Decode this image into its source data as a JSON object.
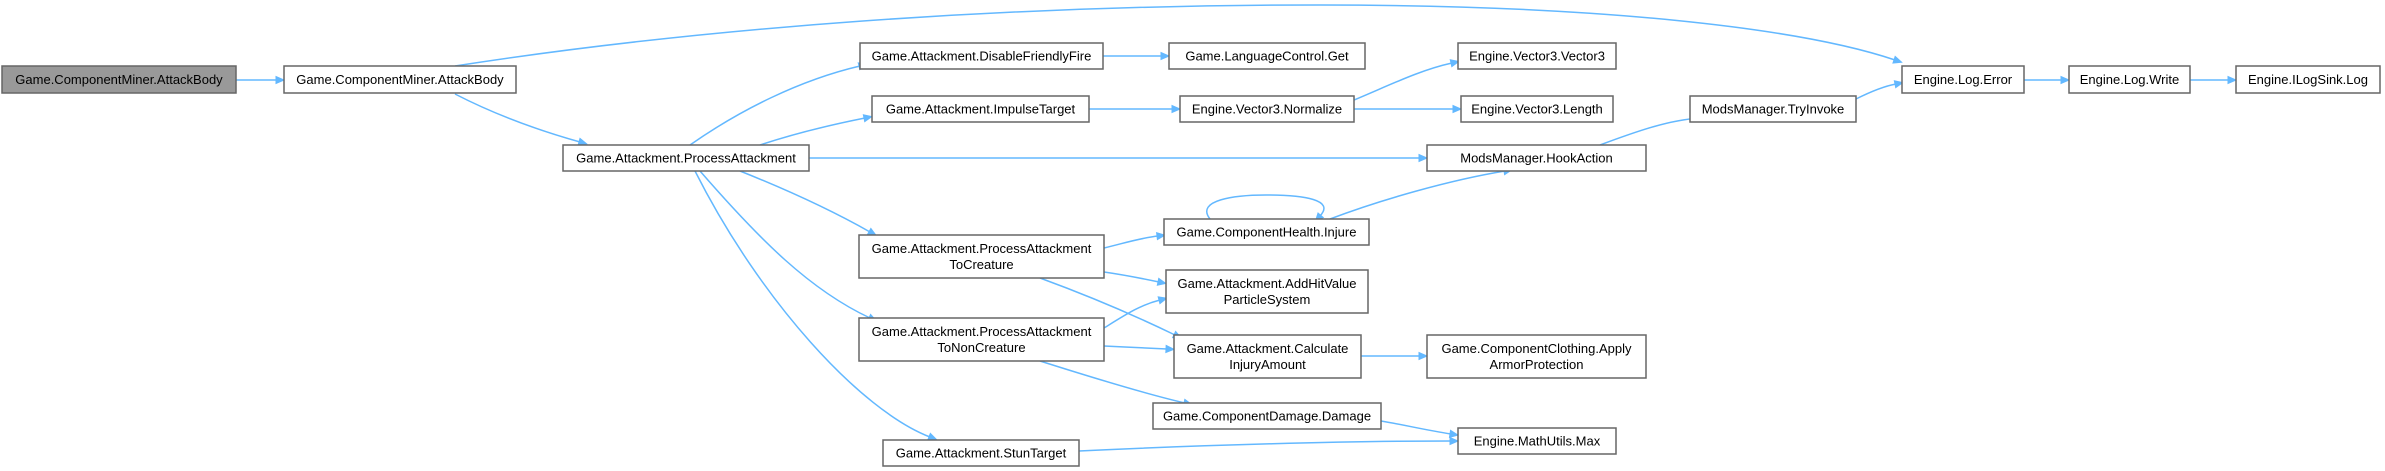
{
  "diagram": {
    "type": "call-graph",
    "colors": {
      "edge": "#63b8ff",
      "node_border": "#666666",
      "root_fill": "#999999",
      "node_fill": "#ffffff"
    },
    "nodes": [
      {
        "id": "root",
        "lines": [
          "Game.ComponentMiner.AttackBody"
        ],
        "root": true
      },
      {
        "id": "cm_attack",
        "lines": [
          "Game.ComponentMiner.AttackBody"
        ]
      },
      {
        "id": "process",
        "lines": [
          "Game.Attackment.ProcessAttackment"
        ]
      },
      {
        "id": "disable",
        "lines": [
          "Game.Attackment.DisableFriendlyFire"
        ]
      },
      {
        "id": "impulse",
        "lines": [
          "Game.Attackment.ImpulseTarget"
        ]
      },
      {
        "id": "tocreature",
        "lines": [
          "Game.Attackment.ProcessAttackment",
          "ToCreature"
        ]
      },
      {
        "id": "tononcreature",
        "lines": [
          "Game.Attackment.ProcessAttackment",
          "ToNonCreature"
        ]
      },
      {
        "id": "stun",
        "lines": [
          "Game.Attackment.StunTarget"
        ]
      },
      {
        "id": "langget",
        "lines": [
          "Game.LanguageControl.Get"
        ]
      },
      {
        "id": "normalize",
        "lines": [
          "Engine.Vector3.Normalize"
        ]
      },
      {
        "id": "injure",
        "lines": [
          "Game.ComponentHealth.Injure"
        ]
      },
      {
        "id": "addhit",
        "lines": [
          "Game.Attackment.AddHitValue",
          "ParticleSystem"
        ]
      },
      {
        "id": "calcinjury",
        "lines": [
          "Game.Attackment.Calculate",
          "InjuryAmount"
        ]
      },
      {
        "id": "damage",
        "lines": [
          "Game.ComponentDamage.Damage"
        ]
      },
      {
        "id": "vec3",
        "lines": [
          "Engine.Vector3.Vector3"
        ]
      },
      {
        "id": "vec3len",
        "lines": [
          "Engine.Vector3.Length"
        ]
      },
      {
        "id": "armor",
        "lines": [
          "Game.ComponentClothing.Apply",
          "ArmorProtection"
        ]
      },
      {
        "id": "mathmax",
        "lines": [
          "Engine.MathUtils.Max"
        ]
      },
      {
        "id": "hookaction",
        "lines": [
          "ModsManager.HookAction"
        ]
      },
      {
        "id": "tryinvoke",
        "lines": [
          "ModsManager.TryInvoke"
        ]
      },
      {
        "id": "logerror",
        "lines": [
          "Engine.Log.Error"
        ]
      },
      {
        "id": "logwrite",
        "lines": [
          "Engine.Log.Write"
        ]
      },
      {
        "id": "ilogsink",
        "lines": [
          "Engine.ILogSink.Log"
        ]
      }
    ],
    "edges": [
      [
        "root",
        "cm_attack"
      ],
      [
        "cm_attack",
        "process"
      ],
      [
        "cm_attack",
        "logerror"
      ],
      [
        "process",
        "disable"
      ],
      [
        "process",
        "impulse"
      ],
      [
        "process",
        "hookaction"
      ],
      [
        "process",
        "tocreature"
      ],
      [
        "process",
        "tononcreature"
      ],
      [
        "process",
        "stun"
      ],
      [
        "disable",
        "langget"
      ],
      [
        "impulse",
        "normalize"
      ],
      [
        "normalize",
        "vec3"
      ],
      [
        "normalize",
        "vec3len"
      ],
      [
        "tocreature",
        "injure"
      ],
      [
        "tocreature",
        "addhit"
      ],
      [
        "tocreature",
        "calcinjury"
      ],
      [
        "tononcreature",
        "addhit"
      ],
      [
        "tononcreature",
        "calcinjury"
      ],
      [
        "tononcreature",
        "damage"
      ],
      [
        "stun",
        "mathmax"
      ],
      [
        "injure",
        "injure"
      ],
      [
        "injure",
        "hookaction"
      ],
      [
        "calcinjury",
        "armor"
      ],
      [
        "damage",
        "mathmax"
      ],
      [
        "hookaction",
        "tryinvoke"
      ],
      [
        "tryinvoke",
        "logerror"
      ],
      [
        "logerror",
        "logwrite"
      ],
      [
        "logwrite",
        "ilogsink"
      ]
    ]
  }
}
